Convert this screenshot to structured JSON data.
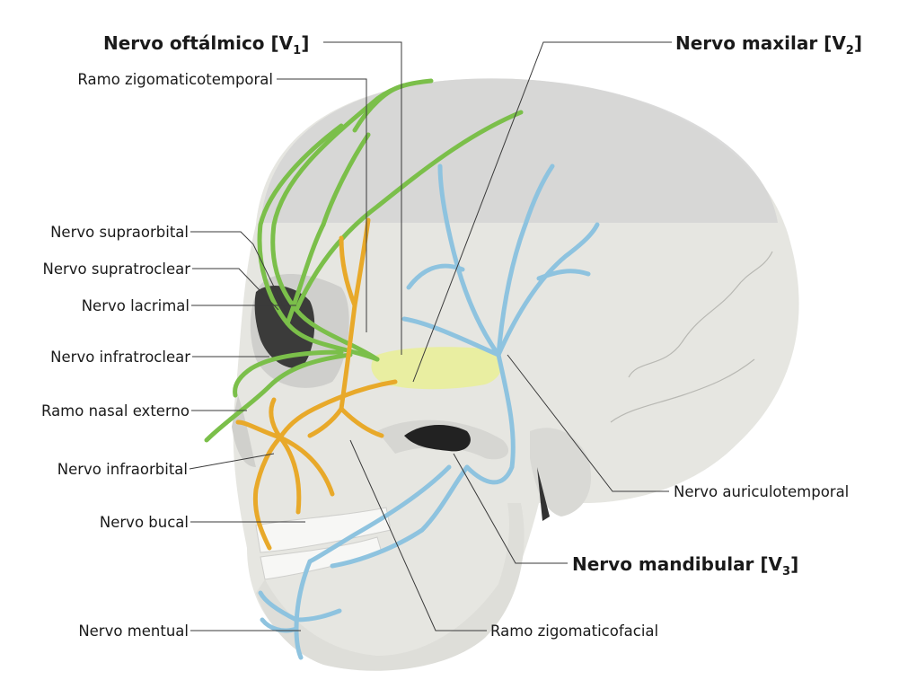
{
  "diagram": {
    "labels_left": {
      "ramo_zigomaticotemporal": "Ramo zigomaticotemporal",
      "nervo_supraorbital": "Nervo supraorbital",
      "nervo_supratroclear": "Nervo supratroclear",
      "nervo_lacrimal": "Nervo lacrimal",
      "nervo_infratroclear": "Nervo infratroclear",
      "ramo_nasal_externo": "Ramo nasal externo",
      "nervo_infraorbital": "Nervo infraorbital",
      "nervo_bucal": "Nervo bucal",
      "nervo_mentual": "Nervo mentual"
    },
    "labels_right": {
      "nervo_auriculotemporal": "Nervo auriculotemporal",
      "ramo_zigomaticofacial": "Ramo zigomaticofacial"
    },
    "titles": {
      "oftalmico": {
        "text": "Nervo oftálmico [V",
        "sub": "1",
        "close": "]"
      },
      "maxilar": {
        "text": "Nervo maxilar [V",
        "sub": "2",
        "close": "]"
      },
      "mandibular": {
        "text": "Nervo mandibular [V",
        "sub": "3",
        "close": "]"
      }
    },
    "colors": {
      "ophthalmic": "#7bbf4a",
      "maxillary": "#e8a92a",
      "mandibular": "#8ec3df",
      "skull": "#e6e6e1",
      "skull_shadow": "#cfcfcc",
      "ganglion": "#e9ee9a"
    }
  }
}
